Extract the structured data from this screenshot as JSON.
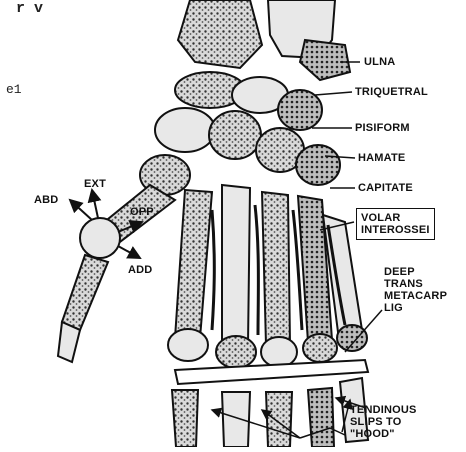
{
  "fragments": {
    "top_left": "r v",
    "left": "e1"
  },
  "labels": {
    "ulna": "ULNA",
    "triquetral": "TRIQUETRAL",
    "pisiform": "PISIFORM",
    "hamate": "HAMATE",
    "capitate": "CAPITATE",
    "volar_interossei": "VOLAR\nINTEROSSEI",
    "deep_trans": "DEEP\nTRANS\nMETACARP\nLIG",
    "tendinous": "TENDINOUS\nSLIPS TO\n\"HOOD\"",
    "abd": "ABD",
    "ext": "EXT",
    "opp": "OPP",
    "add": "ADD"
  },
  "colors": {
    "ink": "#111111",
    "bone_light": "#e6e6e6",
    "bone_dark": "#2a2a2a"
  }
}
